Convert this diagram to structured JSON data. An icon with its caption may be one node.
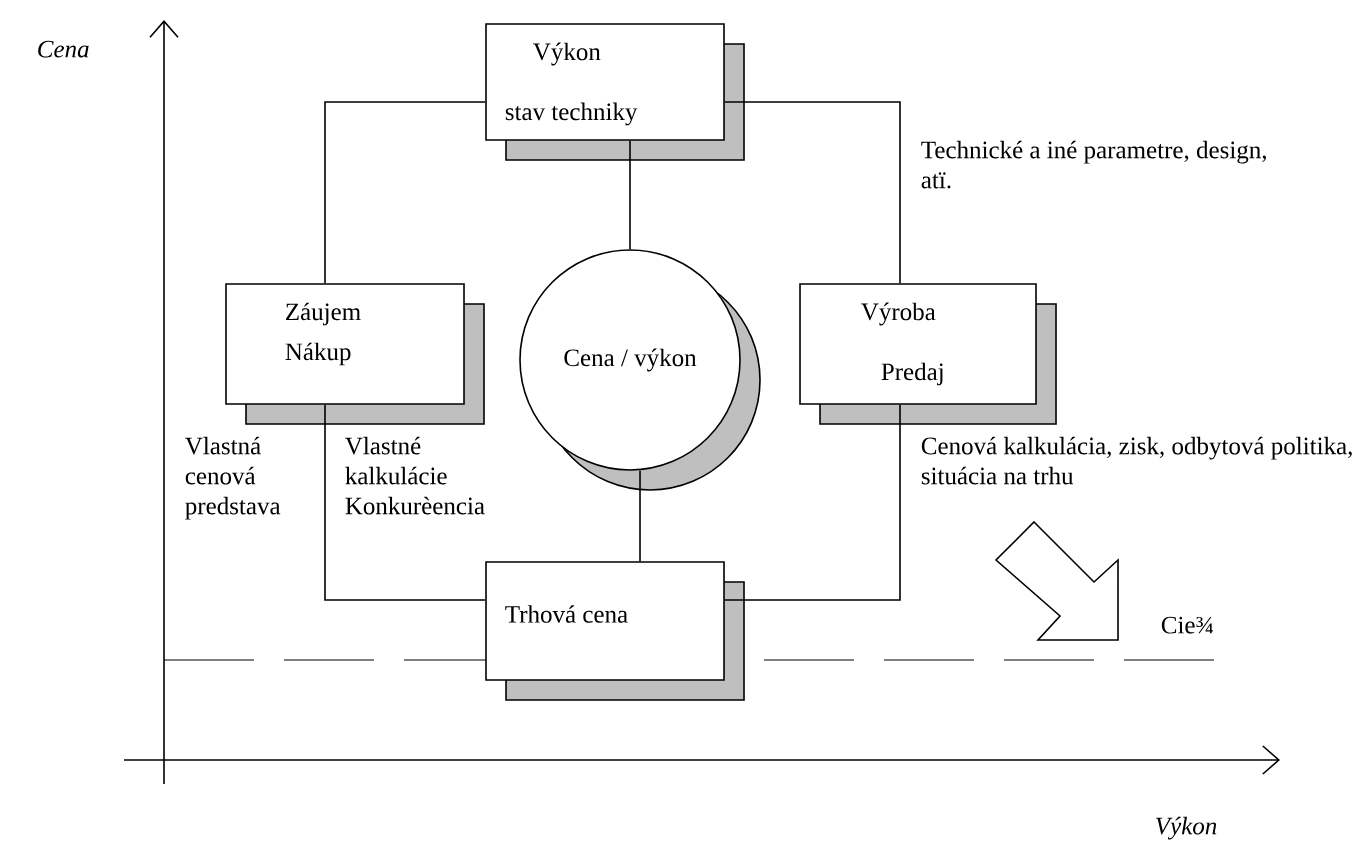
{
  "diagram": {
    "nodes": [
      {
        "text": [
          "Výkon",
          "stav techniky"
        ]
      },
      {
        "text": [
          "Záujem",
          "Nákup"
        ]
      },
      {
        "text": [
          "Cena / výkon"
        ]
      },
      {
        "text": [
          "Výroba",
          "Predaj"
        ]
      },
      {
        "text": [
          "Trhová cena"
        ]
      }
    ],
    "edges": [
      {
        "from": 0,
        "to": 1,
        "arrow": "none"
      },
      {
        "from": 0,
        "to": 2,
        "arrow": "none"
      },
      {
        "from": 0,
        "to": 3,
        "arrow": "none"
      },
      {
        "from": 1,
        "to": 4,
        "arrow": "none"
      },
      {
        "from": 2,
        "to": 4,
        "arrow": "none"
      },
      {
        "from": 3,
        "to": 4,
        "arrow": "none"
      }
    ],
    "labels": [
      "Cena",
      "Technické a iné parametre, design, atï.",
      "Vlastná cenová predstava",
      "Vlastné kalkulácie Konkurèencia",
      "Cenová kalkulácia, zisk, odbytová politika, situácia na trhu",
      "Cie¾",
      "Výkon"
    ]
  }
}
